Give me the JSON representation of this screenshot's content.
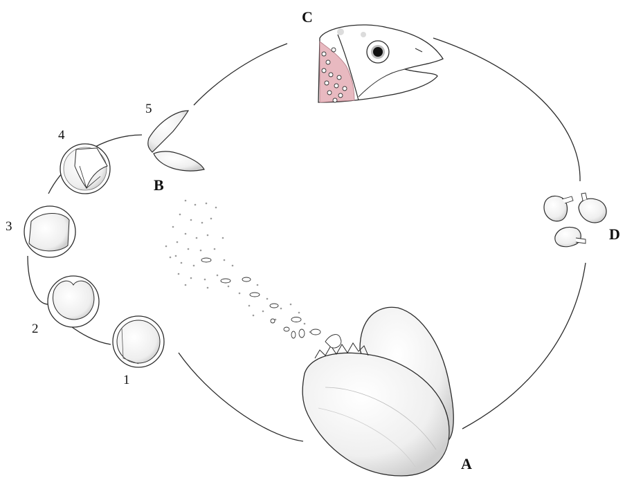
{
  "diagram": {
    "stage_labels": {
      "A": "A",
      "B": "B",
      "C": "C",
      "D": "D"
    },
    "egg_stage_labels": [
      "1",
      "2",
      "3",
      "4",
      "5"
    ],
    "colors": {
      "line": "#2a2a2a",
      "gill_tint": "#e8b9c0",
      "shell_shade": "#d9d9d9",
      "eye": "#111111"
    },
    "icons": {
      "A": "adult-mussel-icon",
      "B": "glochidium-icon",
      "C": "fish-host-icon",
      "D": "juvenile-mussel-icon"
    }
  }
}
